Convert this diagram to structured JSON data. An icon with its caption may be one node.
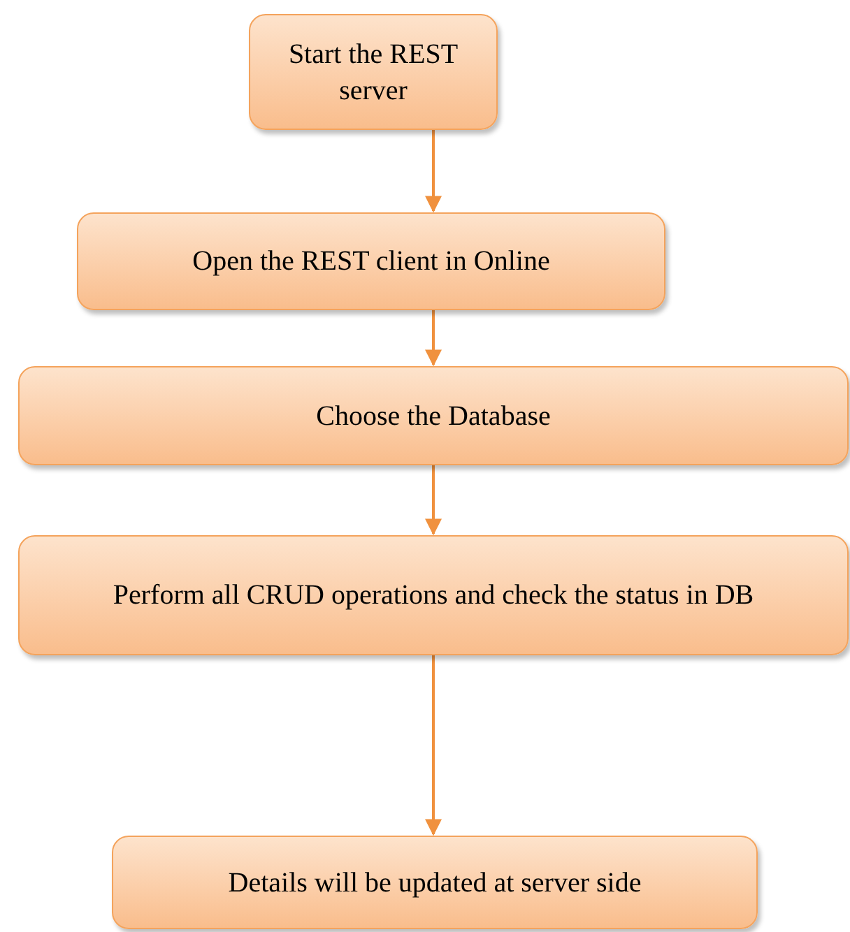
{
  "diagram": {
    "nodes": [
      {
        "text": [
          "Start the REST server"
        ]
      },
      {
        "text": [
          "Open the REST client in Online"
        ]
      },
      {
        "text": [
          "Choose the Database"
        ]
      },
      {
        "text": [
          "Perform all CRUD operations and check the status in DB"
        ]
      },
      {
        "text": [
          "Details will be updated at server side"
        ]
      }
    ],
    "edges": [
      {
        "from": 0,
        "to": 1,
        "arrow": "to"
      },
      {
        "from": 1,
        "to": 2,
        "arrow": "to"
      },
      {
        "from": 2,
        "to": 3,
        "arrow": "to"
      },
      {
        "from": 3,
        "to": 4,
        "arrow": "to"
      }
    ]
  }
}
